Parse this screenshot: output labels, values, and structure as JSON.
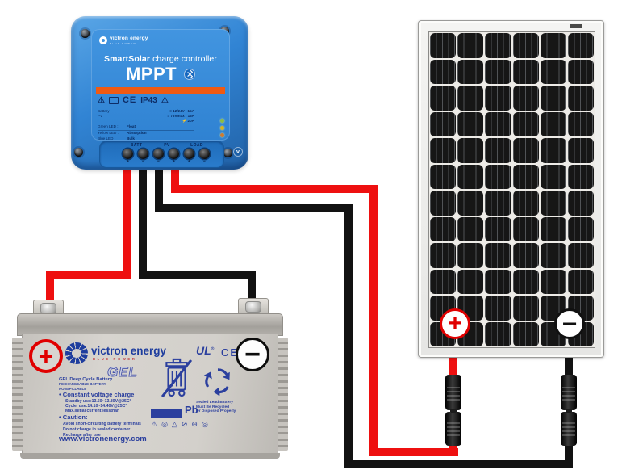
{
  "colors": {
    "wire_red": "#ee1010",
    "wire_black": "#121212",
    "controller_blue": "#3184d4",
    "orange_stripe": "#f05a12",
    "battery_print_blue": "#2b3f9e",
    "panel_positive_red": "#e00000"
  },
  "controller": {
    "brand": "victron energy",
    "brand_sub": "BLUE POWER",
    "product_bold": "SmartSolar",
    "product_rest": " charge controller",
    "model": "MPPT",
    "certs": {
      "warn_left": "⚠",
      "ce": "CE",
      "ip": "IP43",
      "warn_right": "⚠"
    },
    "specs": [
      {
        "label": "Battery",
        "value": "≡ 12/24V | 15A"
      },
      {
        "label": "PV",
        "value": "≡ 75Vmax | 15A"
      },
      {
        "label": "",
        "value": "⚡ 20A"
      }
    ],
    "led_legend": [
      {
        "label": "Green LED",
        "value": "Float"
      },
      {
        "label": "Yellow LED",
        "value": "Absorption"
      },
      {
        "label": "Blue LED",
        "value": "Bulk"
      }
    ],
    "indicator_colors": [
      "#8cbe3f",
      "#d6b41c",
      "#cf7a30"
    ],
    "terminal_groups": [
      "BATT",
      "PV",
      "LOAD"
    ],
    "polarity_marks": [
      "+",
      "−",
      "−",
      "+",
      "+",
      "−"
    ],
    "badge_letter": "v"
  },
  "battery": {
    "brand": "victron energy",
    "brand_sub": "BLUE POWER",
    "ul_mark": "UL",
    "ce_mark": "CE",
    "gel_logo": "GEL",
    "plus": "+",
    "minus": "−",
    "lines": [
      "GEL Deep Cycle Battery",
      "RECHARGEABLE BATTERY",
      "NONSPILLABLE",
      "Constant voltage charge",
      "Standby use:13.50~13.80V@25C°",
      "Cycle  use:14.10~14.40V@25C°",
      "Max.initial current:lessthan",
      "Caution:",
      "Avoid short-circuiting battery terminals",
      "Do not charge in sealed container",
      "Recharge after use"
    ],
    "website": "www.victronenergy.com",
    "pb_label": "Pb",
    "recycle_note": [
      "Sealed Lead Battery",
      "Must  Be  Recycled",
      "Or Disposed Properly"
    ],
    "cert_icons": [
      "⚠",
      "◎",
      "△",
      "⊘",
      "⊖",
      "◎"
    ]
  },
  "panel": {
    "rows": 12,
    "cols": 6,
    "plus": "+",
    "minus": "−"
  },
  "connectors": {
    "type": "MC4",
    "count": 4
  }
}
